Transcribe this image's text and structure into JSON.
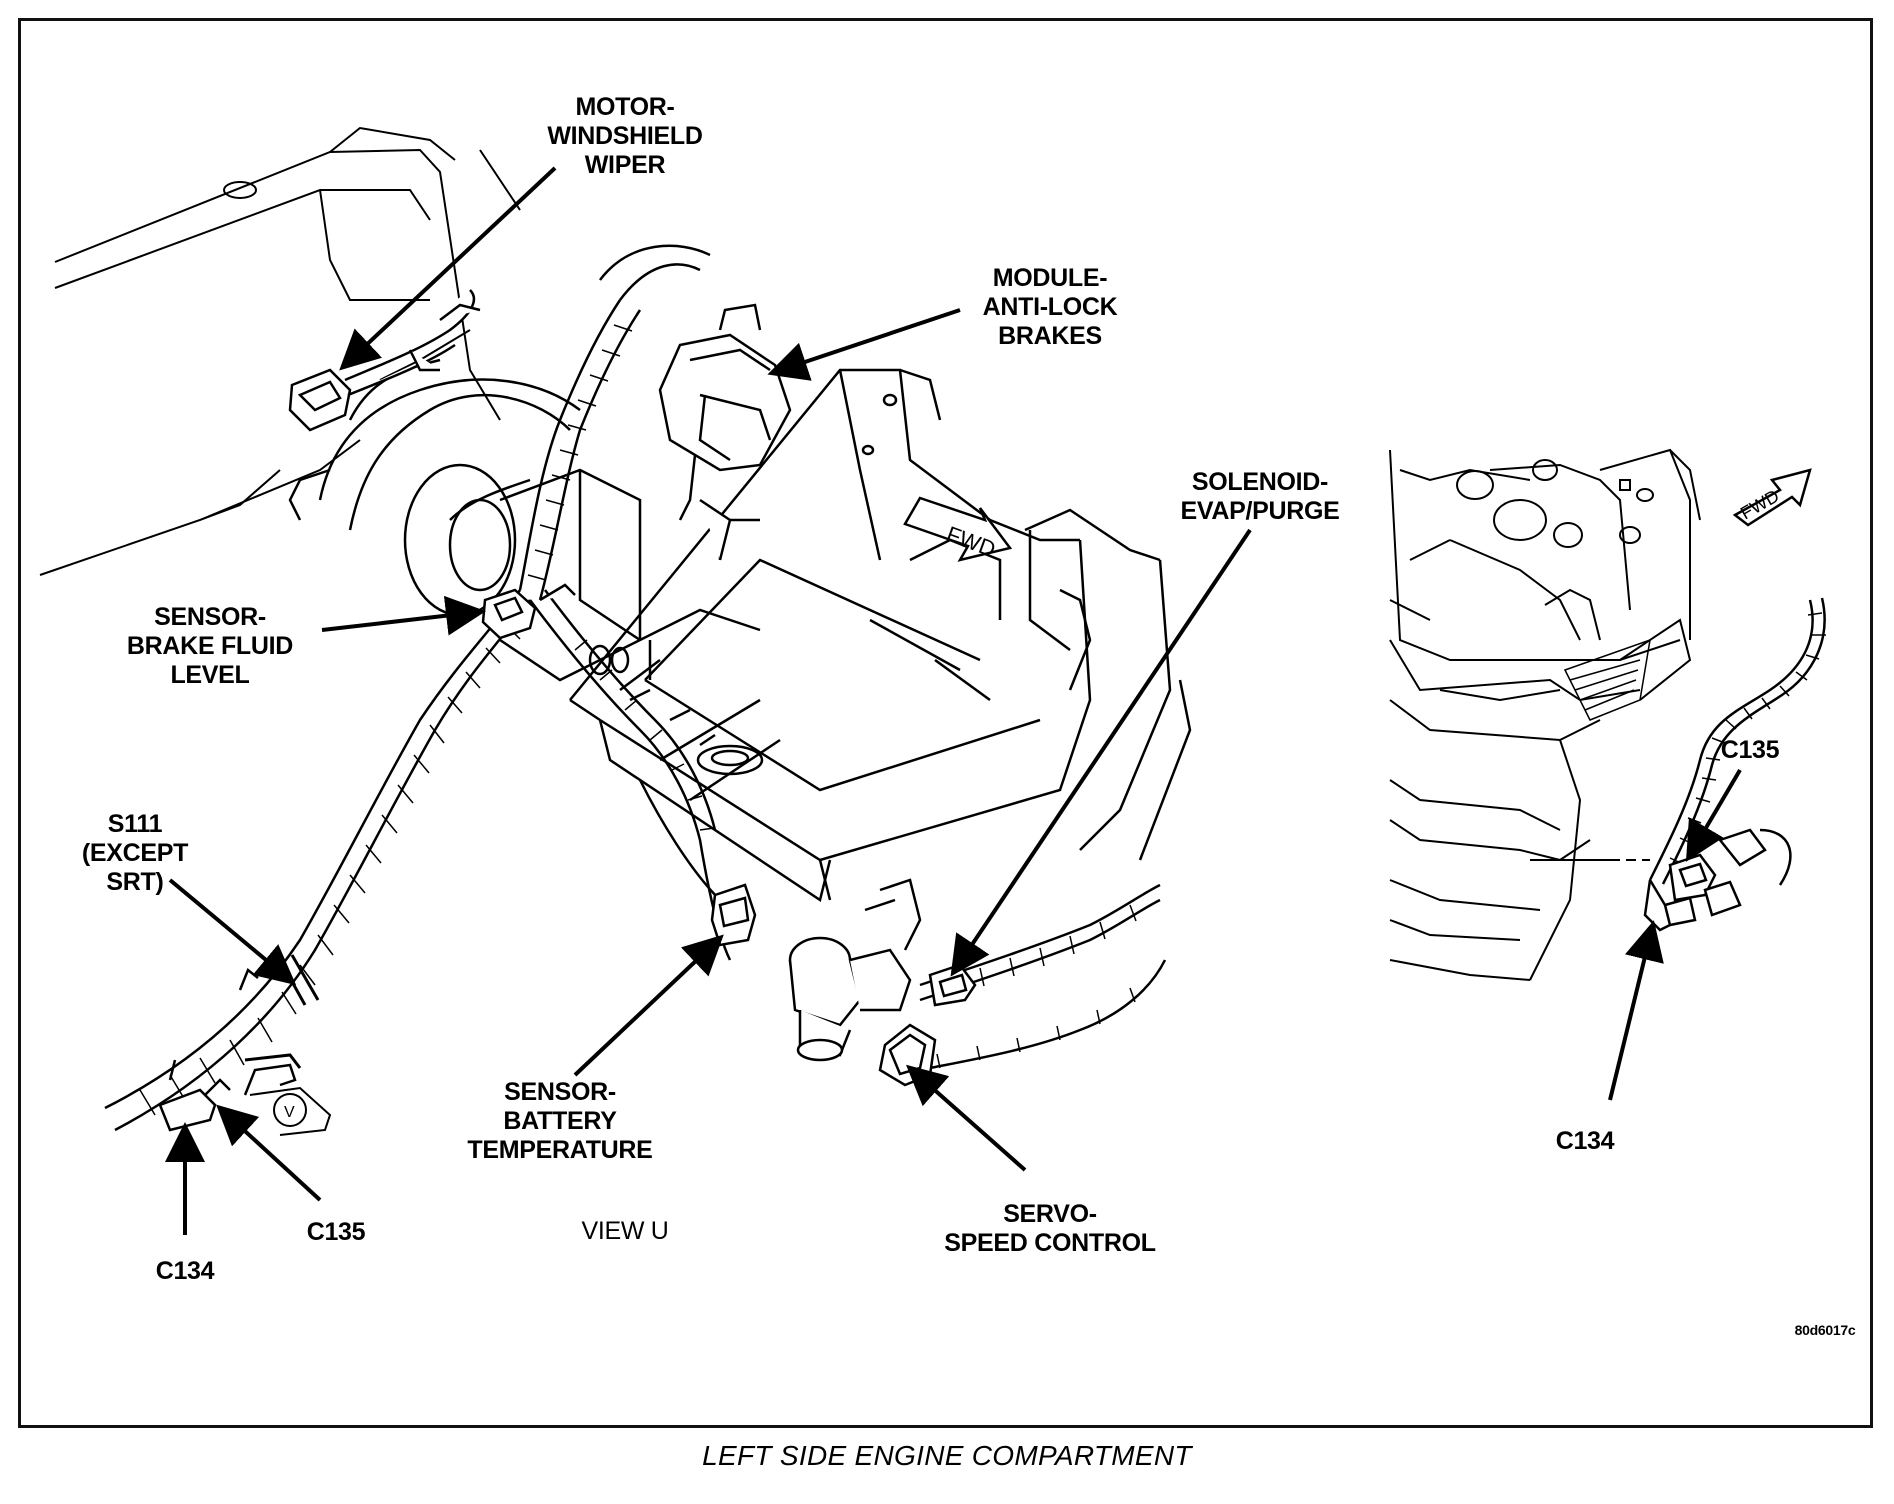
{
  "labels": {
    "wiper_motor": [
      "MOTOR-",
      "WINDSHIELD",
      "WIPER"
    ],
    "abs_module": [
      "MODULE-",
      "ANTI-LOCK",
      "BRAKES"
    ],
    "evap_solenoid": [
      "SOLENOID-",
      "EVAP/PURGE"
    ],
    "brake_fluid_sensor": [
      "SENSOR-",
      "BRAKE FLUID",
      "LEVEL"
    ],
    "splice_s111": [
      "S111",
      "(EXCEPT",
      "SRT)"
    ],
    "battery_temp_sensor": [
      "SENSOR-",
      "BATTERY",
      "TEMPERATURE"
    ],
    "speed_control_servo": [
      "SERVO-",
      "SPEED CONTROL"
    ],
    "c134_main": "C134",
    "c135_main": "C135",
    "c135_inset": "C135",
    "c134_inset": "C134",
    "view_label": "VIEW U",
    "figure_id": "80d6017c",
    "fwd_main": "FWD",
    "fwd_inset": "FWD",
    "view_marker": "V"
  },
  "caption": "LEFT SIDE ENGINE COMPARTMENT"
}
